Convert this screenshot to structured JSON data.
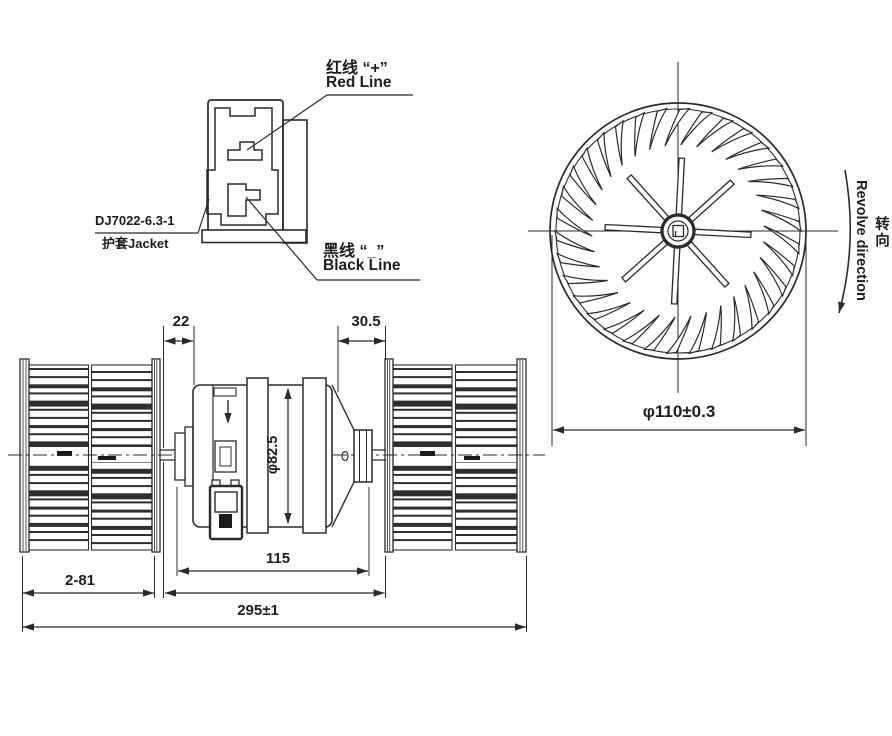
{
  "drawing": {
    "connector": {
      "part_number": "DJ7022-6.3-1",
      "jacket_label": "护套Jacket",
      "red_line_cn": "红线 “+”",
      "red_line_en": "Red Line",
      "black_line_cn": "黑线 “_”",
      "black_line_en": "Black Line"
    },
    "fan": {
      "diameter_label": "φ110±0.3",
      "revolve_cn": "转向",
      "revolve_en": "Revolve direction"
    },
    "side": {
      "dim_gap_left": "22",
      "dim_gap_right": "30.5",
      "dim_motor_diameter": "φ82.5",
      "dim_motor_length": "115",
      "dim_wheel_width": "2-81",
      "dim_total_length": "295±1"
    }
  },
  "colors": {
    "line": "#2b2b2b",
    "background": "#ffffff"
  }
}
